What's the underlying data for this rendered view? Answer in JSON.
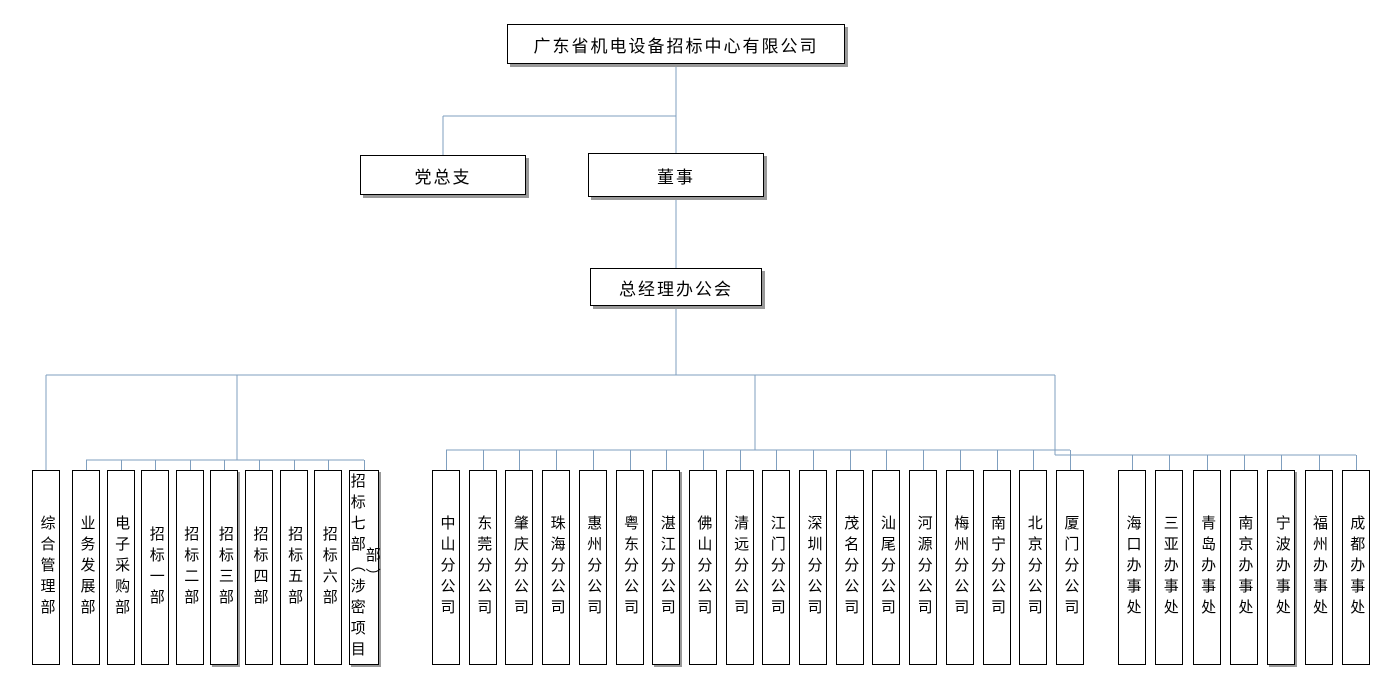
{
  "colors": {
    "line": "#7f9fbf",
    "border": "#000000",
    "shadow": "#999999",
    "background": "#ffffff",
    "text": "#000000"
  },
  "nodes": {
    "root": "广东省机电设备招标中心有限公司",
    "party": "党总支",
    "board": "董事",
    "gm_office": "总经理办公会"
  },
  "groups": {
    "general_dept": {
      "label": "综合管理部"
    },
    "departments": {
      "items": [
        "业务发展部",
        "电子采购部",
        "招标一部",
        "招标二部",
        "招标三部",
        "招标四部",
        "招标五部",
        "招标六部",
        "招标七部（涉密项目部）"
      ]
    },
    "branches": {
      "items": [
        "中山分公司",
        "东莞分公司",
        "肇庆分公司",
        "珠海分公司",
        "惠州分公司",
        "粤东分公司",
        "湛江分公司",
        "佛山分公司",
        "清远分公司",
        "江门分公司",
        "深圳分公司",
        "茂名分公司",
        "汕尾分公司",
        "河源分公司",
        "梅州分公司",
        "南宁分公司",
        "北京分公司",
        "厦门分公司"
      ]
    },
    "offices": {
      "items": [
        "海口办事处",
        "三亚办事处",
        "青岛办事处",
        "南京办事处",
        "宁波办事处",
        "福州办事处",
        "成都办事处"
      ]
    }
  },
  "shadowed": [
    "招标三部",
    "招标七部（涉密项目部）",
    "湛江分公司",
    "宁波办事处"
  ]
}
